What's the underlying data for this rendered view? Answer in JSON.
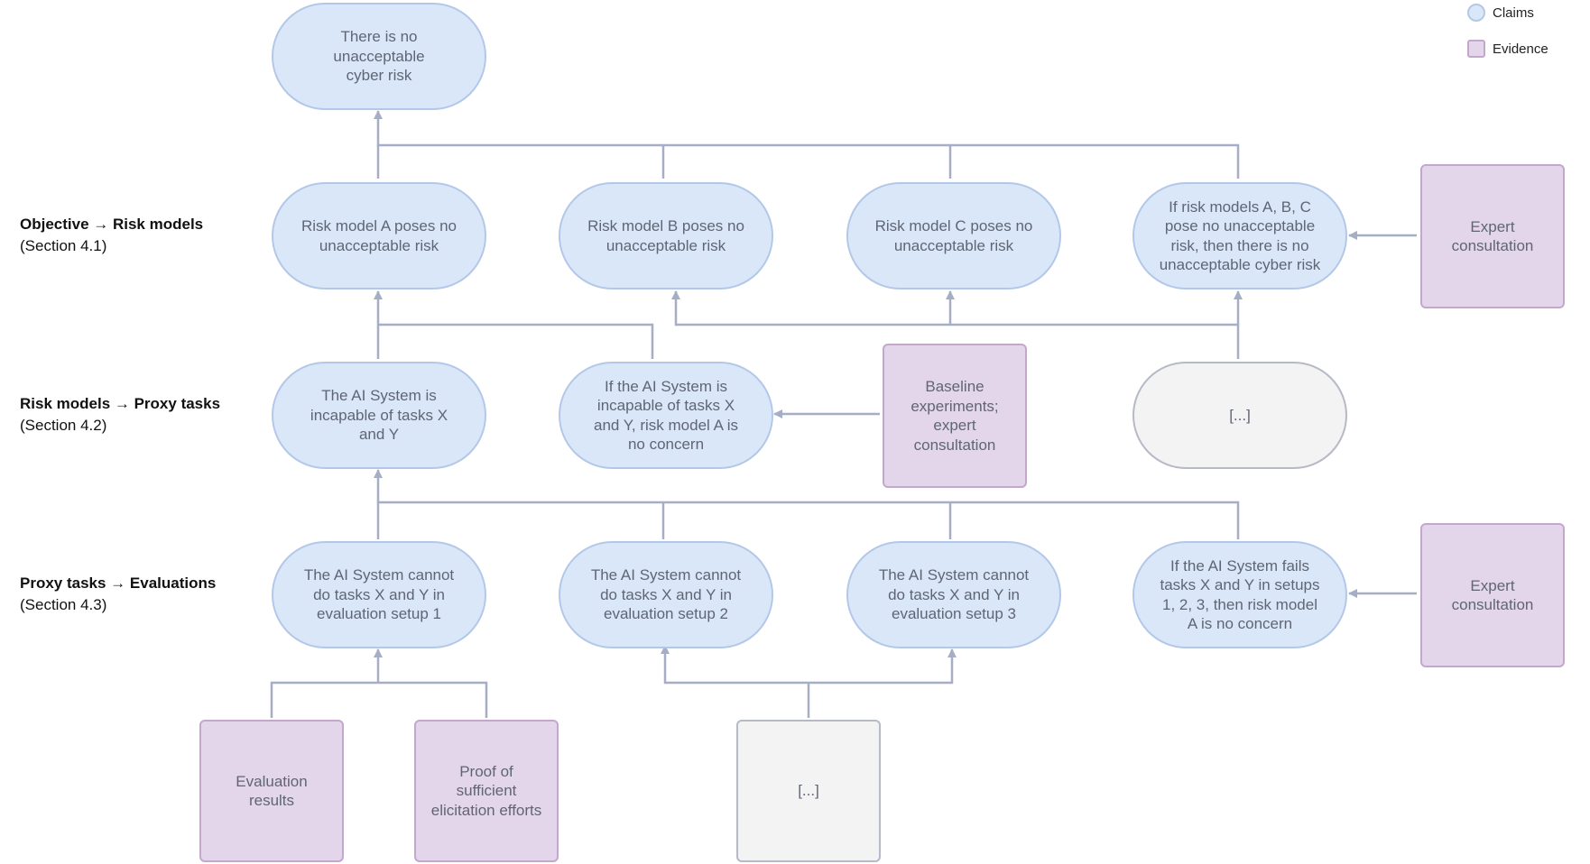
{
  "legend": {
    "claims": "Claims",
    "evidence": "Evidence"
  },
  "row_labels": [
    {
      "title": "Objective → Risk models",
      "section": "(Section 4.1)"
    },
    {
      "title": "Risk models → Proxy tasks",
      "section": "(Section 4.2)"
    },
    {
      "title": "Proxy tasks → Evaluations",
      "section": "(Section 4.3)"
    }
  ],
  "nodes": {
    "top_claim": "There is no unacceptable cyber risk",
    "risk_a": "Risk model A poses no unacceptable risk",
    "risk_b": "Risk model B poses no unacceptable risk",
    "risk_c": "Risk model C poses no unacceptable risk",
    "risk_bridge": "If risk models A, B, C pose no unacceptable risk, then there is no unacceptable cyber risk",
    "expert_1": "Expert consultation",
    "incapable_xy": "The AI System is incapable of tasks X and Y",
    "incapable_bridge": "If the AI System is incapable of tasks X and Y, risk model A is no concern",
    "baseline": "Baseline experiments; expert consultation",
    "ellipsis_claim": "[...]",
    "eval_setup_1": "The AI System cannot do tasks X and Y in evaluation setup 1",
    "eval_setup_2": "The AI System cannot do tasks X and Y in evaluation setup 2",
    "eval_setup_3": "The AI System cannot do tasks X and Y in evaluation setup 3",
    "eval_bridge": "If the AI System fails tasks X and Y in setups 1, 2, 3, then risk model A is no concern",
    "expert_2": "Expert consultation",
    "eval_results": "Evaluation results",
    "elicitation": "Proof of sufficient elicitation efforts",
    "ellipsis_evidence": "[...]"
  },
  "colors": {
    "claim_fill": "#dae7f9",
    "claim_border": "#b3c8e8",
    "evidence_fill": "#e4d6ea",
    "evidence_border": "#c3a7cd",
    "placeholder_fill": "#f3f3f3",
    "connector": "#a6aec6",
    "node_text": "#5f6673"
  }
}
